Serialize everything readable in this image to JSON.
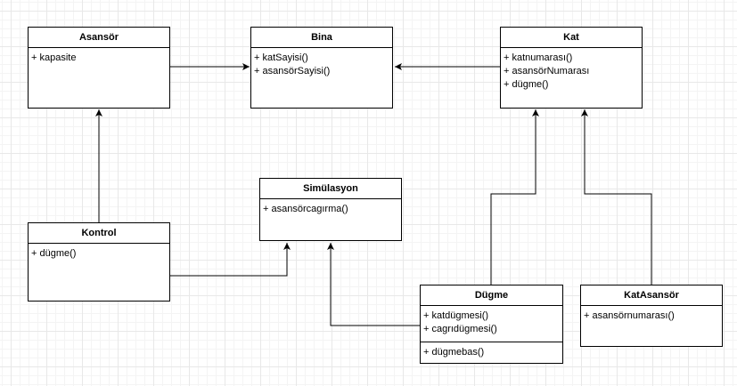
{
  "classes": {
    "asansor": {
      "name": "Asansör",
      "attributes": [
        "+ kapasite"
      ]
    },
    "bina": {
      "name": "Bina",
      "attributes": [
        "+ katSayisi()",
        "+ asansörSayisi()"
      ]
    },
    "kat": {
      "name": "Kat",
      "attributes": [
        "+ katnumarası()",
        "+ asansörNumarası",
        "+ dügme()"
      ]
    },
    "simulasyon": {
      "name": "Simülasyon",
      "attributes": [
        "+ asansörcagırma()"
      ]
    },
    "kontrol": {
      "name": "Kontrol",
      "attributes": [
        "+ dügme()"
      ]
    },
    "dugme": {
      "name": "Dügme",
      "attributes": [
        "+ katdügmesi()",
        "+ cagrıdügmesi()"
      ],
      "operations": [
        "+ dügmebas()"
      ]
    },
    "katasansor": {
      "name": "KatAsansör",
      "attributes": [
        "+ asansörnumarası()"
      ]
    }
  }
}
